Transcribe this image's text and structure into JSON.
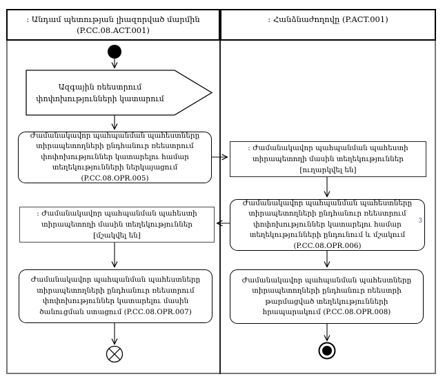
{
  "lanes": [
    {
      "line1": ": Անդամ պետության լիազորված մարմին",
      "line2": "(P.CC.08.ACT.001)"
    },
    {
      "line1": ": Հանձնաժողովը (P.ACT.001)",
      "line2": ""
    }
  ],
  "nodes": {
    "signal_send": "Ազգային ռեեստրում փոփոխությունների կատարում",
    "action_opr005": "Ժամանակավոր պահպանման պահեստները տիրապետողների ընդհանուր ռեեստրում փոփոխություններ կատարելու համար տեղեկությունների ներկայացում (P.CC.08.OPR.005)",
    "object_sent": ": Ժամանակավոր պահպանման պահեստի տիրապետողի մասին տեղեկություններ [ուղարկվել են]",
    "action_opr006": "Ժամանակավոր պահպանման պահեստները տիրապետողների ընդհանուր ռեեստրում փոփոխություններ կատարելու համար տեղեկությունների ընդունում և մշակում (P.CC.08.OPR.006)",
    "action_opr006_footnote": "3",
    "object_processed": ": Ժամանակավոր պահպանման պահեստի տիրապետողի մասին տեղեկություններ [մշակվել են]",
    "action_opr007": "Ժամանակավոր պահպանման պահեստները տիրապետողների ընդհանուր ռեեստրում փոփոխություններ կատարելու մասին ծանուցման ստացում (P.CC.08.OPR.007)",
    "action_opr008": "Ժամանակավոր պահպանման պահեստները տիրապետողների ընդհանուր ռեեստրի թարմացված տեղեկությունների հրապարակում (P.CC.08.OPR.008)"
  },
  "colors": {
    "line": "#000000",
    "lane_border": "#767676",
    "node_fill": "#ffffff",
    "final_fill": "#000000",
    "footnote": "#3c4e7a"
  }
}
